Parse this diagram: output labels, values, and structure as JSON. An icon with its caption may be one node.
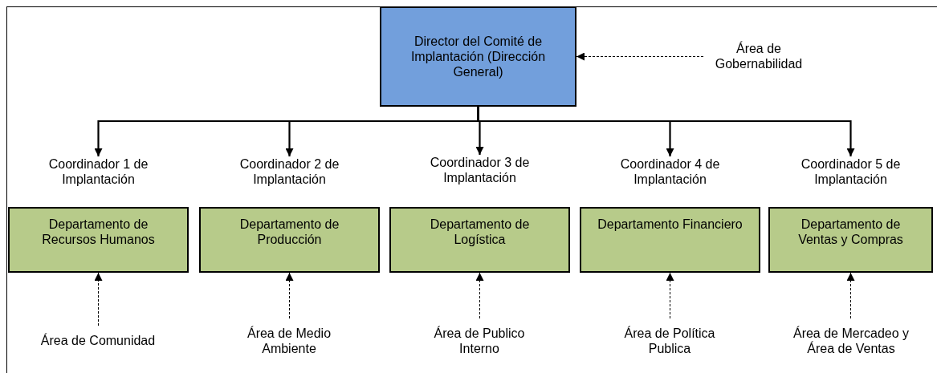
{
  "diagram": {
    "nodes": [
      {
        "text": [
          "Director del Comité de Implantación (Dirección General)"
        ]
      },
      {
        "text": [
          "Área de Gobernabilidad"
        ]
      },
      {
        "text": [
          "Coordinador 1 de Implantación",
          "Departamento de Recursos Humanos"
        ]
      },
      {
        "text": [
          "Coordinador 2 de Implantación",
          "Departamento de Producción"
        ]
      },
      {
        "text": [
          "Coordinador 3 de Implantación",
          "Departamento de Logística"
        ]
      },
      {
        "text": [
          "Coordinador 4 de Implantación",
          "Departamento Financiero"
        ]
      },
      {
        "text": [
          "Coordinador 5 de Implantación",
          "Departamento de Ventas y Compras"
        ]
      },
      {
        "text": [
          "Área de Comunidad"
        ]
      },
      {
        "text": [
          "Área de Medio Ambiente"
        ]
      },
      {
        "text": [
          "Área de Publico Interno"
        ]
      },
      {
        "text": [
          "Área de Política Publica"
        ]
      },
      {
        "text": [
          "Área de Mercadeo y Área de Ventas"
        ]
      }
    ],
    "edges": [
      {
        "from": 1,
        "to": 0,
        "arrow": "to",
        "style": "dashed"
      },
      {
        "from": 0,
        "to": 2,
        "arrow": "to"
      },
      {
        "from": 0,
        "to": 3,
        "arrow": "to"
      },
      {
        "from": 0,
        "to": 4,
        "arrow": "to"
      },
      {
        "from": 0,
        "to": 5,
        "arrow": "to"
      },
      {
        "from": 0,
        "to": 6,
        "arrow": "to"
      },
      {
        "from": 7,
        "to": 2,
        "arrow": "to",
        "style": "dashed"
      },
      {
        "from": 8,
        "to": 3,
        "arrow": "to",
        "style": "dashed"
      },
      {
        "from": 9,
        "to": 4,
        "arrow": "to",
        "style": "dashed"
      },
      {
        "from": 10,
        "to": 5,
        "arrow": "to",
        "style": "dashed"
      },
      {
        "from": 11,
        "to": 6,
        "arrow": "to",
        "style": "dashed"
      }
    ]
  }
}
